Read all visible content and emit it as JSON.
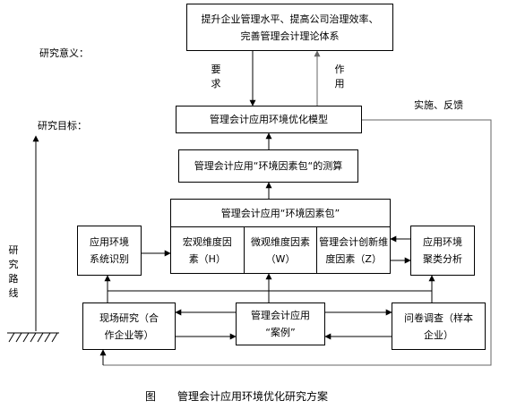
{
  "labels": {
    "significance": "研究意义：",
    "goal": "研究目标：",
    "route": [
      "研",
      "究",
      "路",
      "线"
    ],
    "require": [
      "要",
      "求"
    ],
    "effect": [
      "作",
      "用"
    ],
    "feedback": "实施、反馈"
  },
  "boxes": {
    "top": {
      "line1": "提升企业管理水平、提高公司治理效率、",
      "line2": "完善管理会计理论体系"
    },
    "model": "管理会计应用环境优化模型",
    "measure": "管理会计应用“环境因素包“的测算",
    "package": {
      "title": "管理会计应用“环境因素包”",
      "macro": {
        "line1": "宏观维度因",
        "line2": "素（H）"
      },
      "micro": {
        "line1": "微观维度因素",
        "line2": "（W）"
      },
      "mgmt": {
        "line1": "管理会计创新维",
        "line2": "度因素（Z）"
      }
    },
    "identify": {
      "line1": "应用环境",
      "line2": "系统识别"
    },
    "cluster": {
      "line1": "应用环境",
      "line2": "聚类分析"
    },
    "field": {
      "line1": "现场研究（合",
      "line2": "作企业等）"
    },
    "cases": {
      "line1": "管理会计应用",
      "line2": "“案例”"
    },
    "survey": {
      "line1": "问卷调查（样本",
      "line2": "企业）"
    }
  },
  "caption": {
    "fig": "图",
    "title": "管理会计应用环境优化研究方案"
  }
}
